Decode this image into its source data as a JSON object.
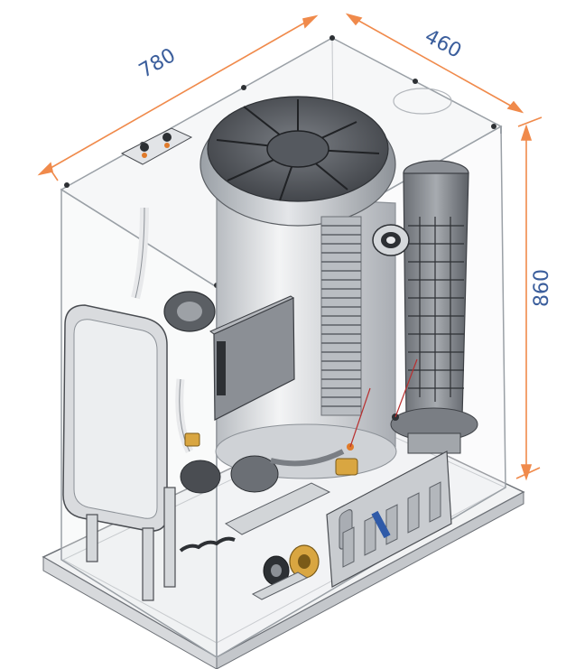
{
  "dimensions": {
    "width": "780",
    "depth": "460",
    "height": "860"
  },
  "colors": {
    "dimension_line": "#f08a4b",
    "dimension_text": "#3b5e9c",
    "casing_glass": "#eef0f2",
    "casing_edge": "#9aa0a6",
    "component_dark": "#4a4d52",
    "component_mid": "#8c9096",
    "component_light": "#c9ccd0",
    "fitting_brass": "#d9a641",
    "fitting_orange": "#e07a2a",
    "label_blue": "#2f5aa8"
  }
}
